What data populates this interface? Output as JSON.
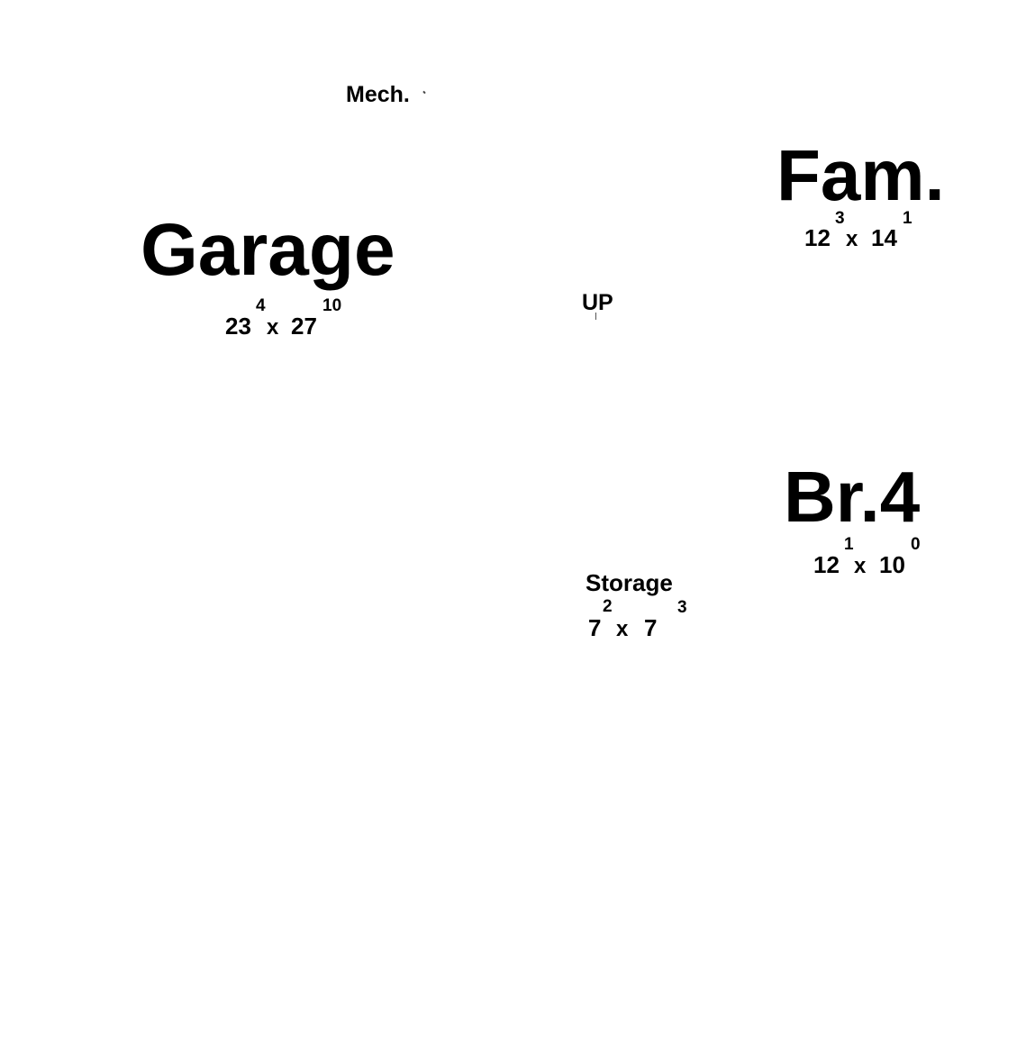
{
  "rooms": {
    "mech": {
      "name": "Mech."
    },
    "fam": {
      "name": "Fam.",
      "width_ft": "12",
      "width_in": "3",
      "times": "x",
      "length_ft": "14",
      "length_in": "1"
    },
    "garage": {
      "name": "Garage",
      "width_ft": "23",
      "width_in": "4",
      "times": "x",
      "length_ft": "27",
      "length_in": "10"
    },
    "stairs": {
      "name": "UP"
    },
    "br4": {
      "name": "Br.4",
      "width_ft": "12",
      "width_in": "1",
      "times": "x",
      "length_ft": "10",
      "length_in": "0"
    },
    "storage": {
      "name": "Storage",
      "width_ft": "7",
      "width_in": "2",
      "times": "x",
      "length_ft": "7",
      "length_in": "3"
    }
  }
}
